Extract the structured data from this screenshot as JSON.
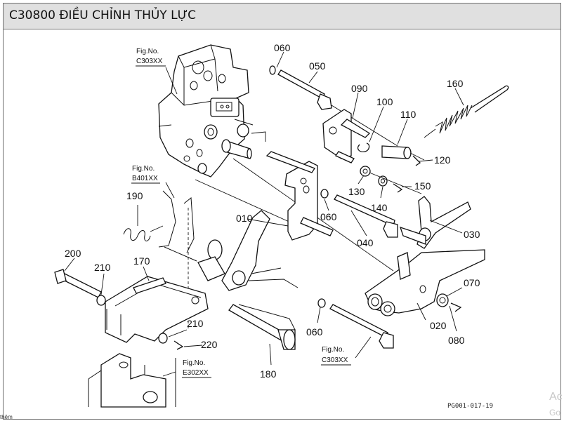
{
  "page": {
    "title": "C30800 ĐIỀU CHỈNH THỦY LỰC",
    "page_code": "PG001-017-19",
    "corner_text": "thêm",
    "watermark_line1": "Ac",
    "watermark_line2": "Go"
  },
  "callouts": {
    "p060a": "060",
    "p050": "050",
    "p090": "090",
    "p100": "100",
    "p110": "110",
    "p160": "160",
    "p120": "120",
    "p130": "130",
    "p140": "140",
    "p150": "150",
    "p060b": "060",
    "p040": "040",
    "p030": "030",
    "p010": "010",
    "p190": "190",
    "p200": "200",
    "p210a": "210",
    "p170": "170",
    "p210b": "210",
    "p220": "220",
    "p070": "070",
    "p020": "020",
    "p080": "080",
    "p060c": "060",
    "p180": "180"
  },
  "figure_refs": {
    "fig_no_label": "Fig.No.",
    "top_ref": "C303XX",
    "left_ref": "B401XX",
    "bottom_left_ref": "E302XX",
    "bottom_right_ref": "C303XX"
  }
}
